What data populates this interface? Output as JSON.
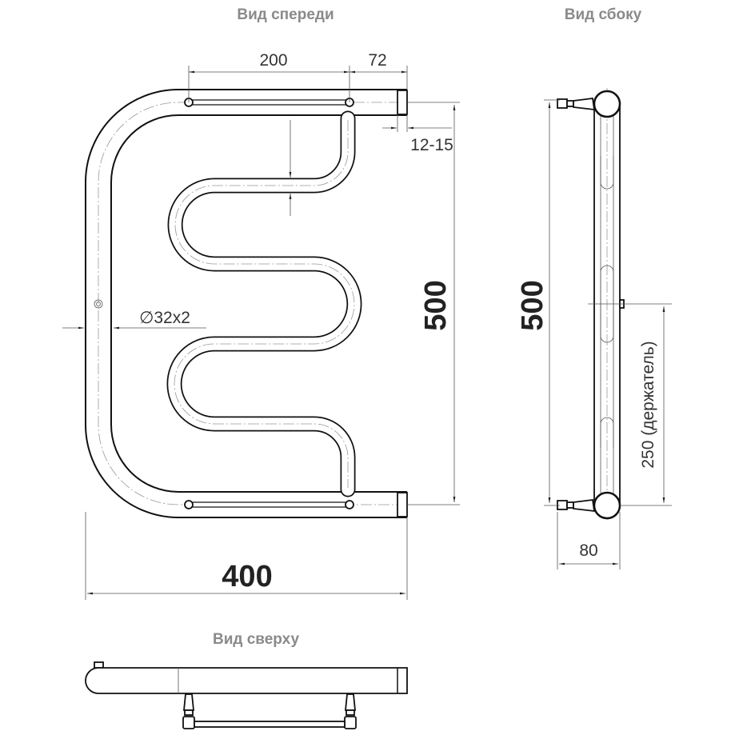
{
  "views": {
    "front": "Вид спереди",
    "side": "Вид сбоку",
    "top": "Вид сверху"
  },
  "dimensions": {
    "spacing_200": "200",
    "end_72": "72",
    "gap": "12-15",
    "height_front": "500",
    "pipe": "∅32x2",
    "width": "400",
    "height_side": "500",
    "holder": "250 (держатель)",
    "depth": "80"
  },
  "colors": {
    "line": "#111111",
    "title": "#8a8a8a"
  }
}
